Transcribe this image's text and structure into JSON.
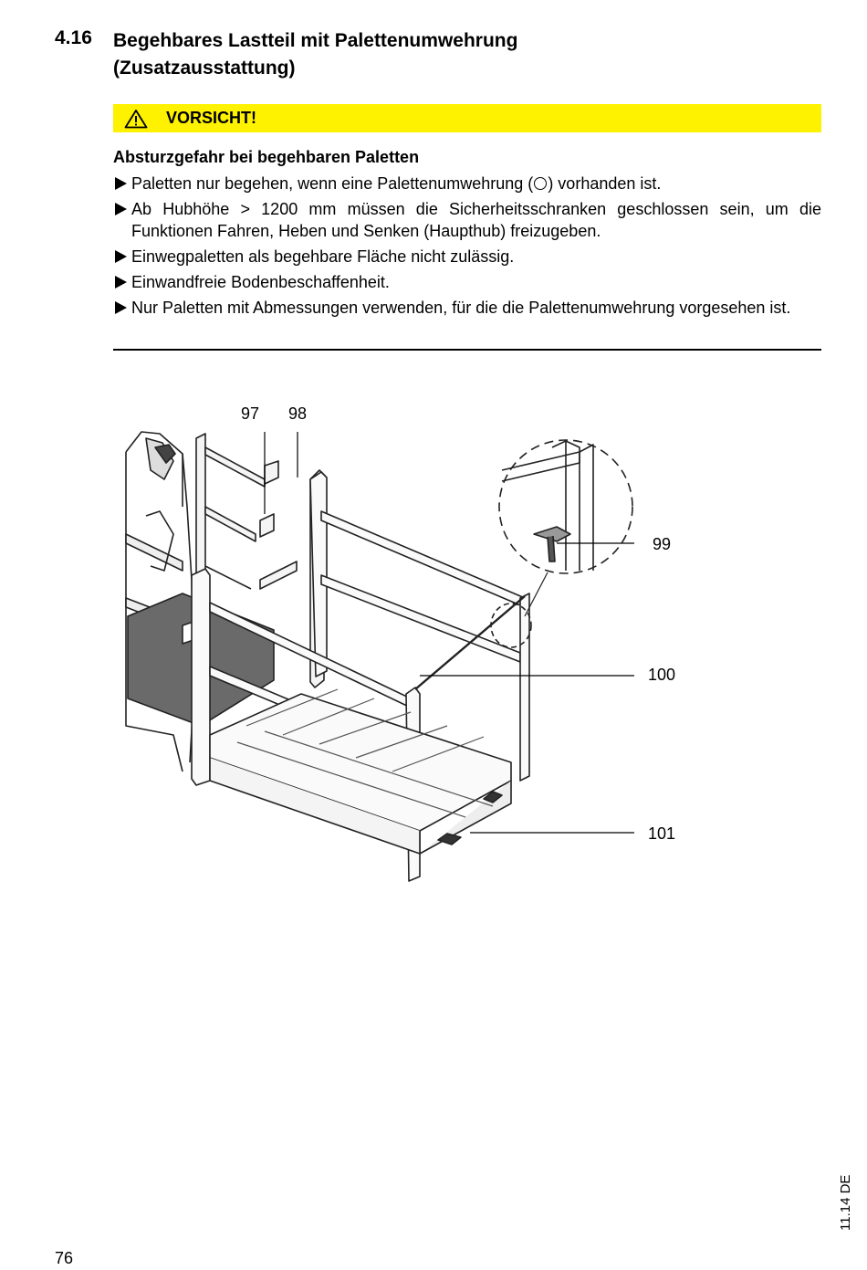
{
  "section": {
    "number": "4.16",
    "title_line1": "Begehbares Lastteil mit Palettenumwehrung",
    "title_line2": "(Zusatzausstattung)"
  },
  "warning": {
    "label": "VORSICHT!",
    "color": "#fff200",
    "icon": "warning-triangle-icon"
  },
  "hazard": {
    "title": "Absturzgefahr bei begehbaren Paletten",
    "items": [
      {
        "pre": "Paletten nur begehen, wenn eine Palettenumwehrung (",
        "post": ") vorhanden ist."
      },
      {
        "text": "Ab Hubhöhe > 1200 mm müssen die Sicherheitsschranken geschlossen sein, um die Funktionen Fahren, Heben und Senken (Haupthub) freizugeben."
      },
      {
        "text": "Einwegpaletten als begehbare Fläche nicht zulässig."
      },
      {
        "text": "Einwandfreie Bodenbeschaffenheit."
      },
      {
        "text": "Nur Paletten mit Abmessungen verwenden, für die die Palettenumwehrung vorgesehen ist."
      }
    ]
  },
  "figure": {
    "callouts": [
      "97",
      "98",
      "99",
      "100",
      "101"
    ]
  },
  "footer": {
    "page_number": "76",
    "doc_version": "11.14 DE"
  }
}
